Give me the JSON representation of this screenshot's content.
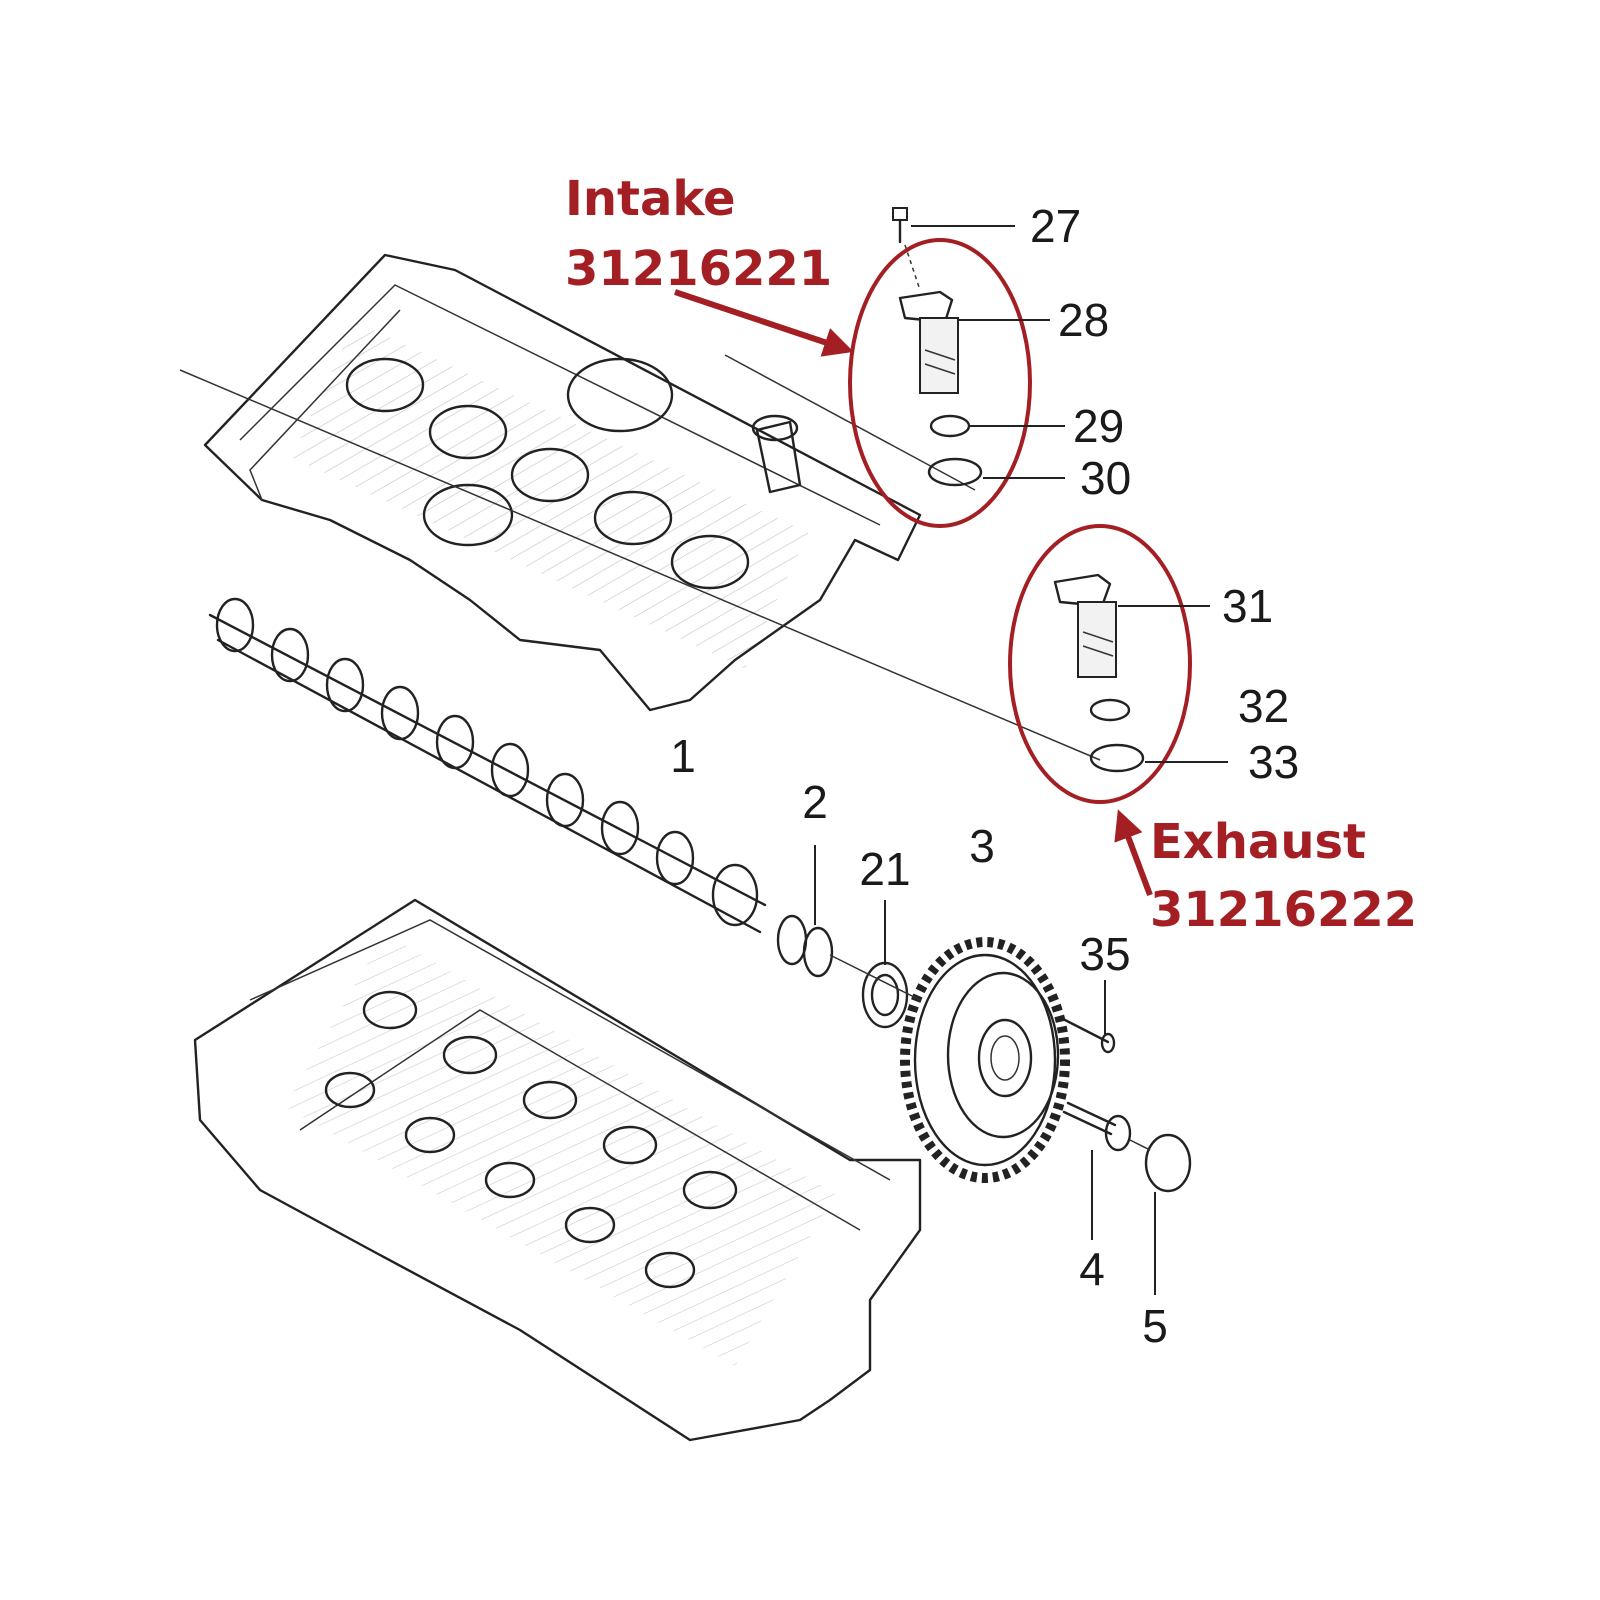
{
  "callouts": {
    "intake": {
      "title": "Intake",
      "part_number": "31216221"
    },
    "exhaust": {
      "title": "Exhaust",
      "part_number": "31216222"
    }
  },
  "part_numbers": {
    "n1": "1",
    "n2": "2",
    "n3": "3",
    "n4": "4",
    "n5": "5",
    "n21": "21",
    "n27": "27",
    "n28": "28",
    "n29": "29",
    "n30": "30",
    "n31": "31",
    "n32": "32",
    "n33": "33",
    "n35": "35"
  },
  "colors": {
    "callout": "#a31f24",
    "ink": "#222222",
    "background": "#ffffff"
  }
}
